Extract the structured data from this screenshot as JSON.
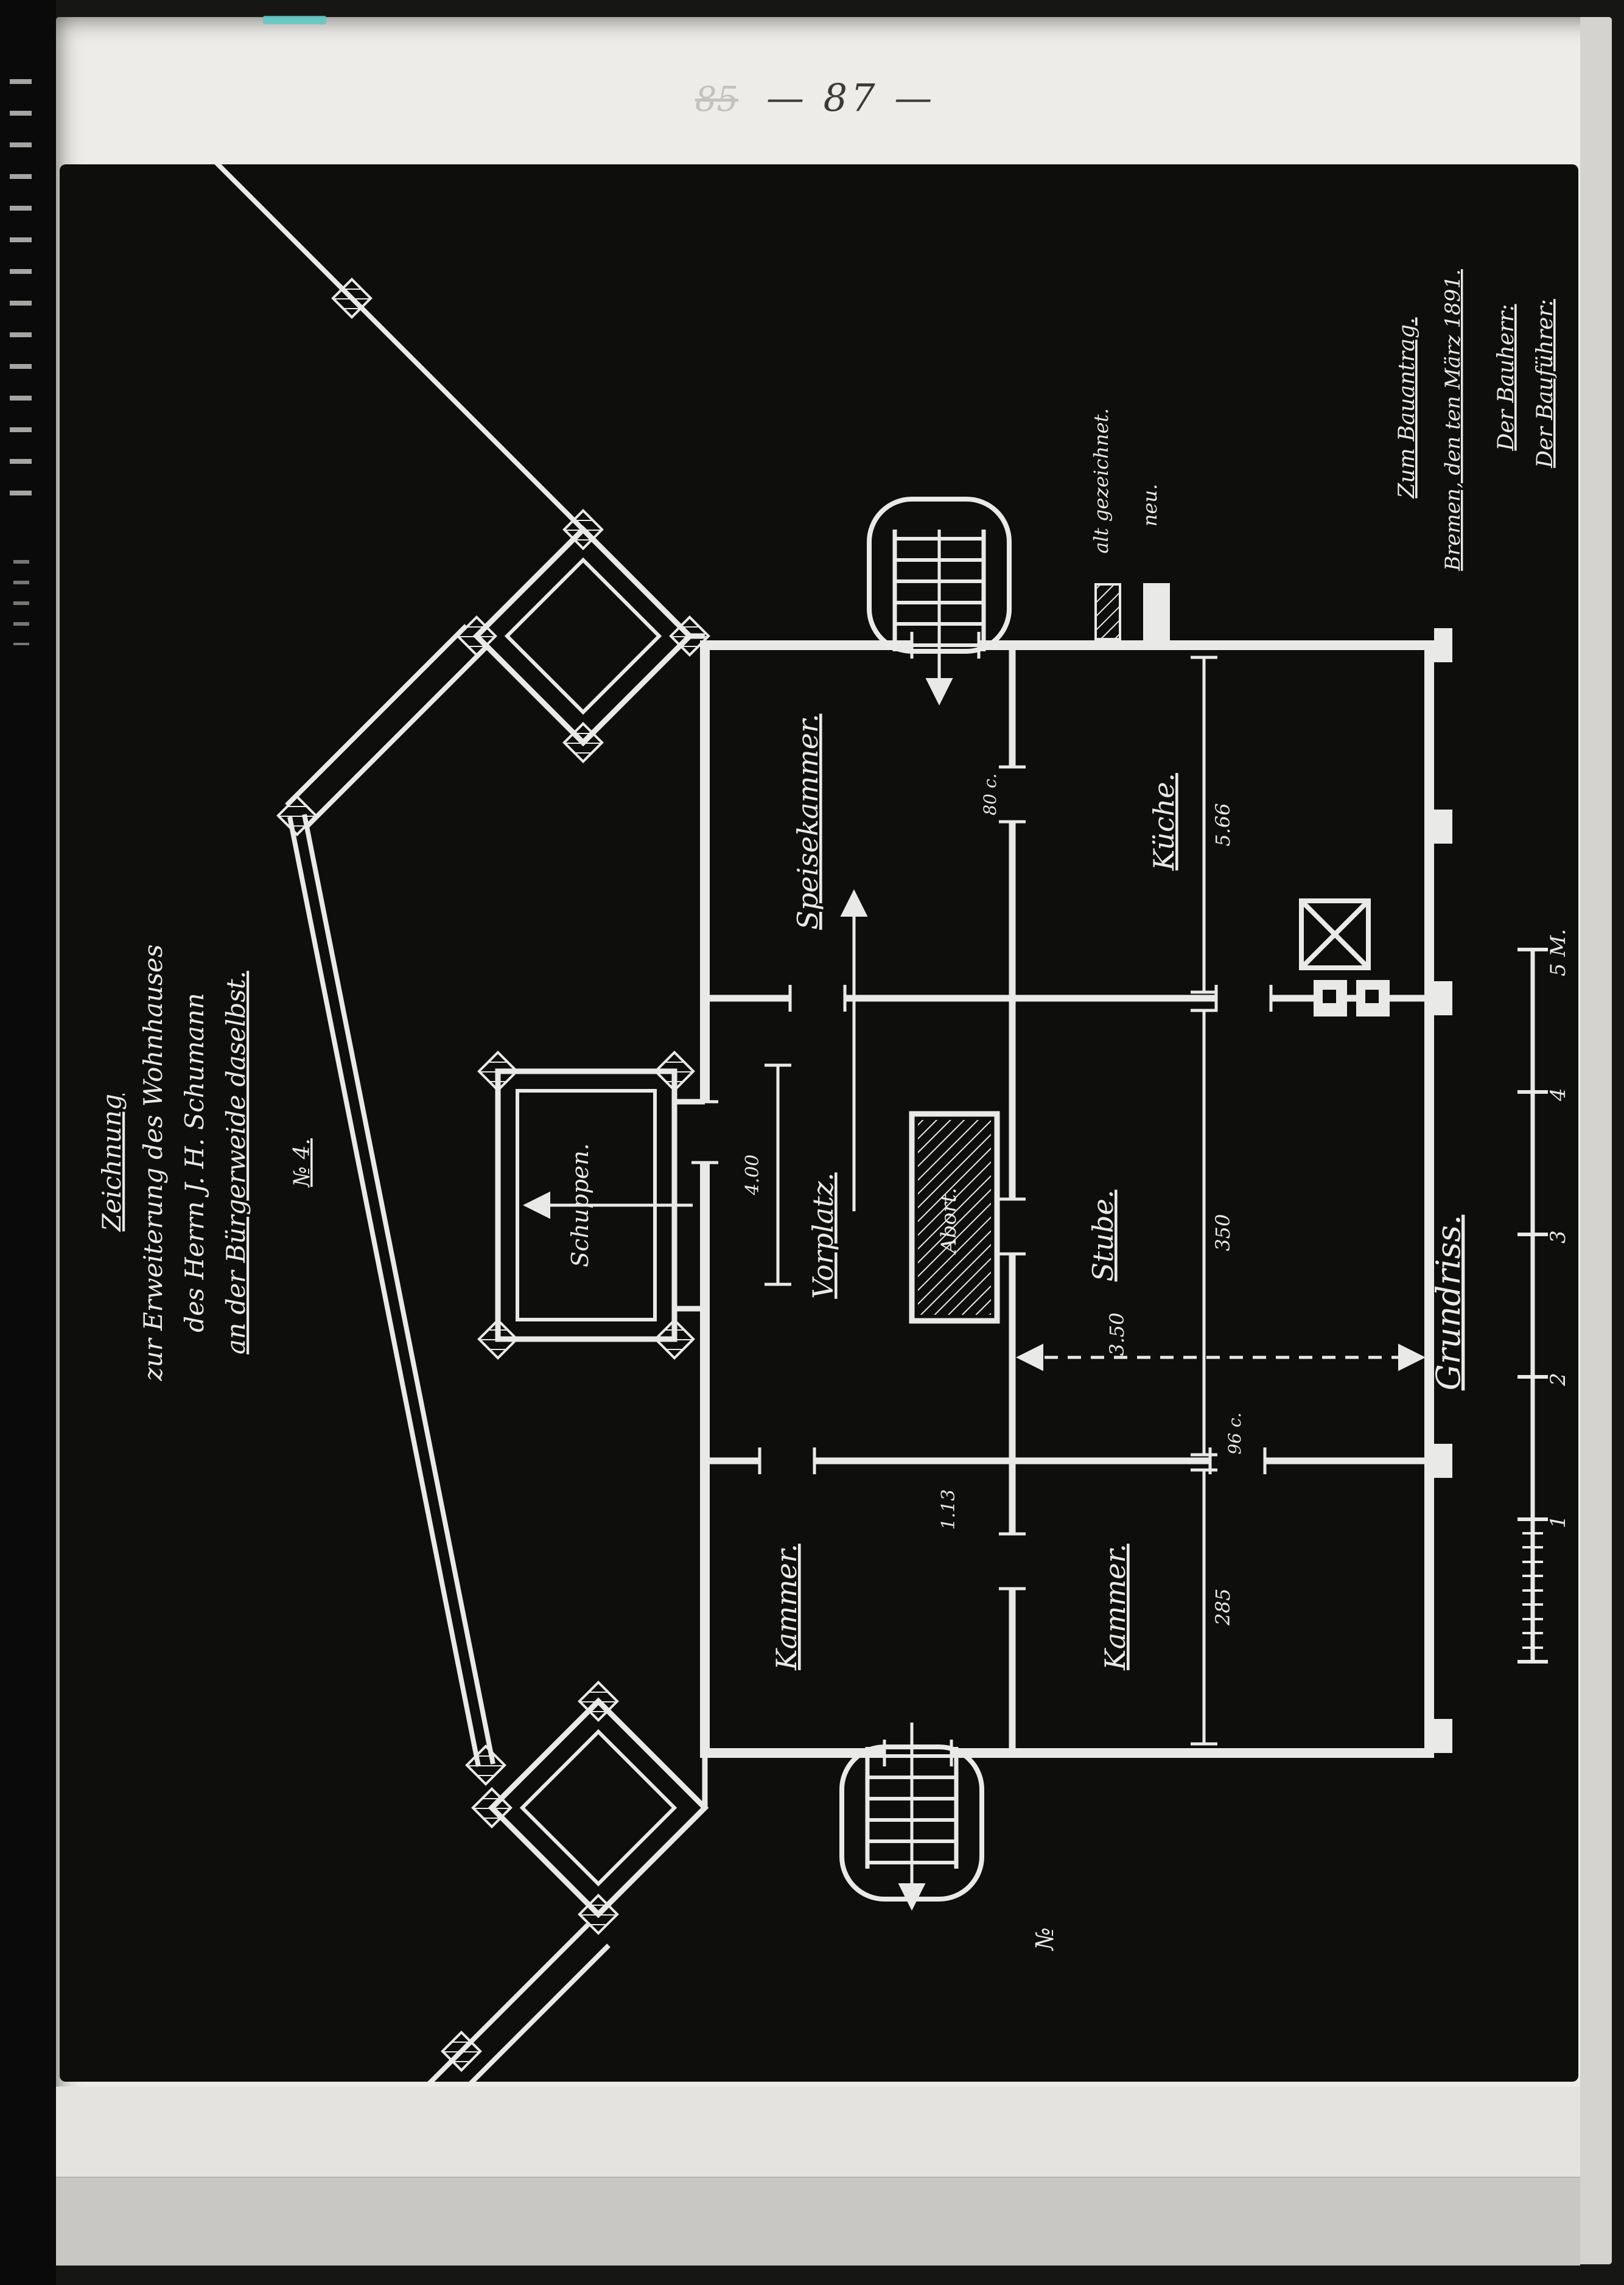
{
  "scan": {
    "page_number": "— 87 —",
    "crossed_out_number": "85"
  },
  "plan": {
    "title_block": {
      "line1": "Zeichnung",
      "line2": "zur Erweiterung des Wohnhauses",
      "line3": "des Herrn J. H. Schumann",
      "line4": "an der Bürgerweide daselbst.",
      "line5": "№ 4."
    },
    "approval_block": {
      "line1": "Zum Bauantrag.",
      "line2": "Bremen, den  ten März 1891.",
      "line3": "Der Bauherr:",
      "line4": "Der Bauführer:"
    },
    "legend": {
      "alt": "alt gezeichnet.",
      "neu": "neu."
    },
    "rooms": {
      "speisekammer": "Speisekammer.",
      "kueche": "Küche.",
      "stube": "Stube.",
      "kammer_right": "Kammer.",
      "kammer_left": "Kammer.",
      "vorplatz": "Vorplatz.",
      "abort": "Abort.",
      "schuppen": "Schuppen."
    },
    "dimensions": {
      "kueche_depth": "5.66",
      "stube_width": "3.50",
      "stube_depth": "350",
      "kammer_depth": "285",
      "door_stube": "96 c.",
      "door_speisekammer": "80 c.",
      "door_bottom": "1.13",
      "vorplatz_width": "4.00"
    },
    "scale": {
      "ticks": [
        "5 M.",
        "4",
        "3",
        "2",
        "1"
      ],
      "caption": "Grundriss."
    },
    "number_mark": "№"
  }
}
